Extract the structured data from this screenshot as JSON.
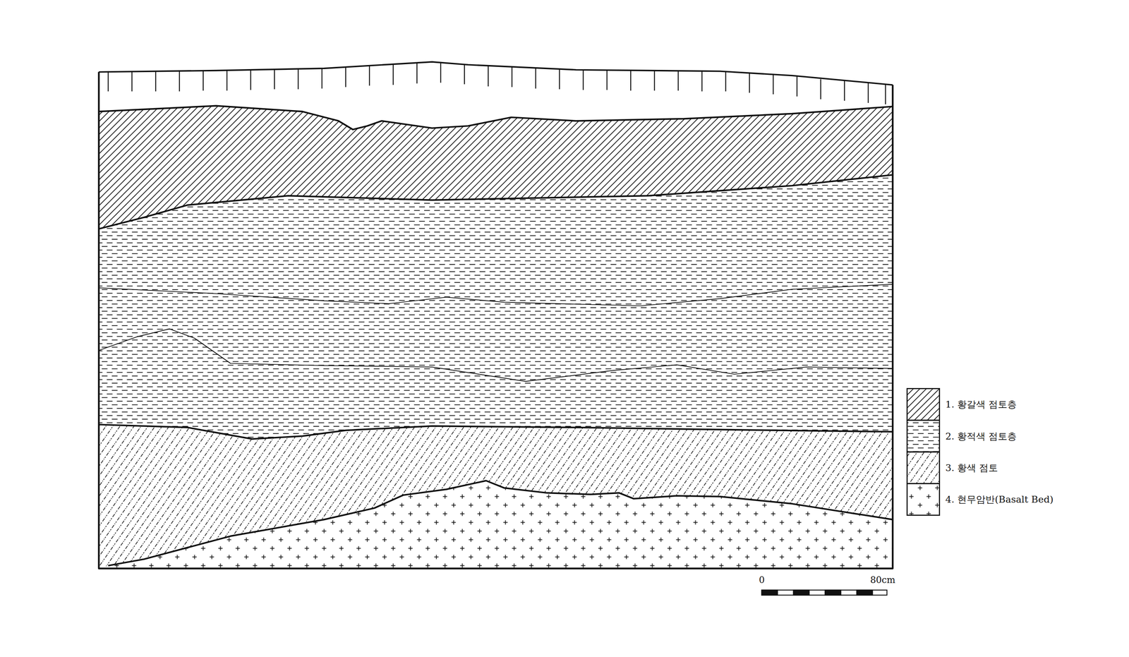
{
  "diagram": {
    "labels": [
      "0",
      "80cm"
    ],
    "legend": [
      {
        "text": "1. 황갈색 점토층"
      },
      {
        "text": "2. 황적색 점토층"
      },
      {
        "text": "3. 황색 점토"
      },
      {
        "text": "4. 현무암반(Basalt Bed)"
      }
    ]
  }
}
